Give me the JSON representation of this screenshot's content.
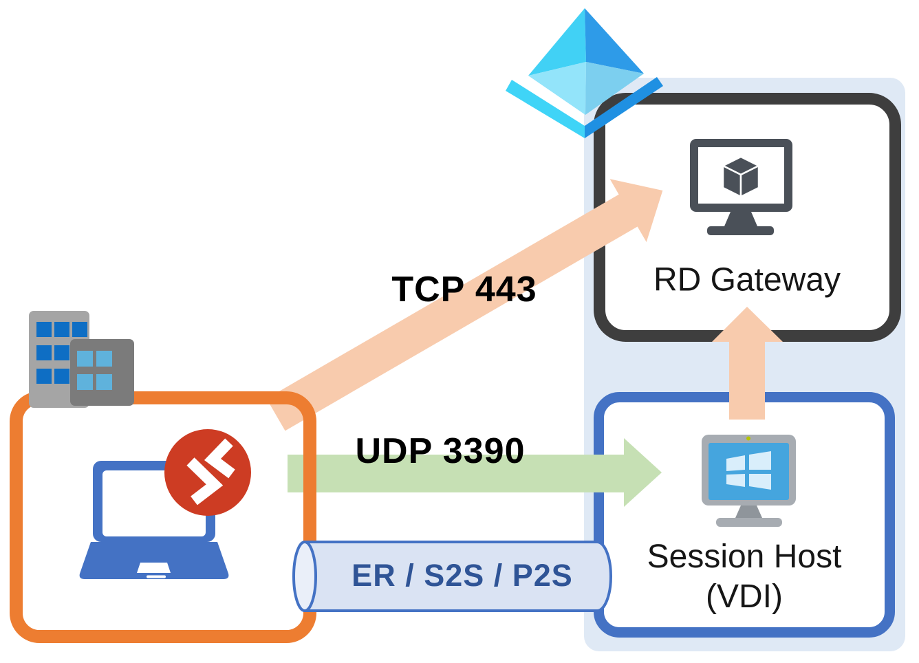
{
  "diagram_type": "network-architecture",
  "labels": {
    "tcp_arrow": "TCP 443",
    "udp_arrow": "UDP 3390",
    "tunnel": "ER / S2S / P2S",
    "rd_gateway": "RD Gateway",
    "session_host_line1": "Session Host",
    "session_host_line2": "(VDI)"
  },
  "colors": {
    "canvas_bg": "#FFFFFF",
    "azure_panel": "#DFE9F5",
    "on_prem_border": "#ED7D31",
    "rd_gateway_border": "#3E3E3E",
    "session_host_border": "#4472C4",
    "arrow_tcp": "#F8CBAD",
    "arrow_udp": "#C6E0B4",
    "tunnel_fill": "#DAE3F3",
    "tunnel_cap_fill": "#EAEFF9",
    "tunnel_border": "#4472C4",
    "tunnel_text": "#2F5496",
    "label_text": "#000000",
    "remote_desktop_red": "#CD3C23",
    "laptop_blue": "#4472C4",
    "monitor_dark": "#4A5058",
    "vm_screen_blue": "#45A5DE",
    "building_gray_light": "#A5A5A5",
    "building_gray_dark": "#7B7B7B",
    "building_window_dark_blue": "#0E6EC4",
    "building_window_light_blue": "#5FB2DC",
    "azure_diamond_cyan": "#41D1F5",
    "azure_diamond_blue": "#2E9BE8"
  },
  "nodes": {
    "on_premises": {
      "icons": [
        "office-buildings-icon",
        "laptop-icon",
        "remote-desktop-icon"
      ],
      "border_color": "#ED7D31"
    },
    "rd_gateway": {
      "label": "RD Gateway",
      "icons": [
        "azure-diamond-icon",
        "gateway-monitor-cube-icon"
      ],
      "border_color": "#3E3E3E"
    },
    "session_host": {
      "label": "Session Host (VDI)",
      "icons": [
        "windows-vm-monitor-icon"
      ],
      "border_color": "#4472C4"
    }
  },
  "connections": [
    {
      "label": "TCP 443",
      "from": "on-premises",
      "to": "rd-gateway",
      "style": "arrow",
      "color": "#F8CBAD"
    },
    {
      "label": "UDP 3390",
      "from": "on-premises",
      "to": "session-host",
      "style": "arrow",
      "color": "#C6E0B4"
    },
    {
      "label": "",
      "from": "session-host",
      "to": "rd-gateway",
      "style": "arrow",
      "color": "#F8CBAD"
    },
    {
      "label": "ER / S2S / P2S",
      "from": "on-premises",
      "to": "session-host",
      "style": "tunnel-cylinder",
      "color": "#DAE3F3"
    }
  ]
}
